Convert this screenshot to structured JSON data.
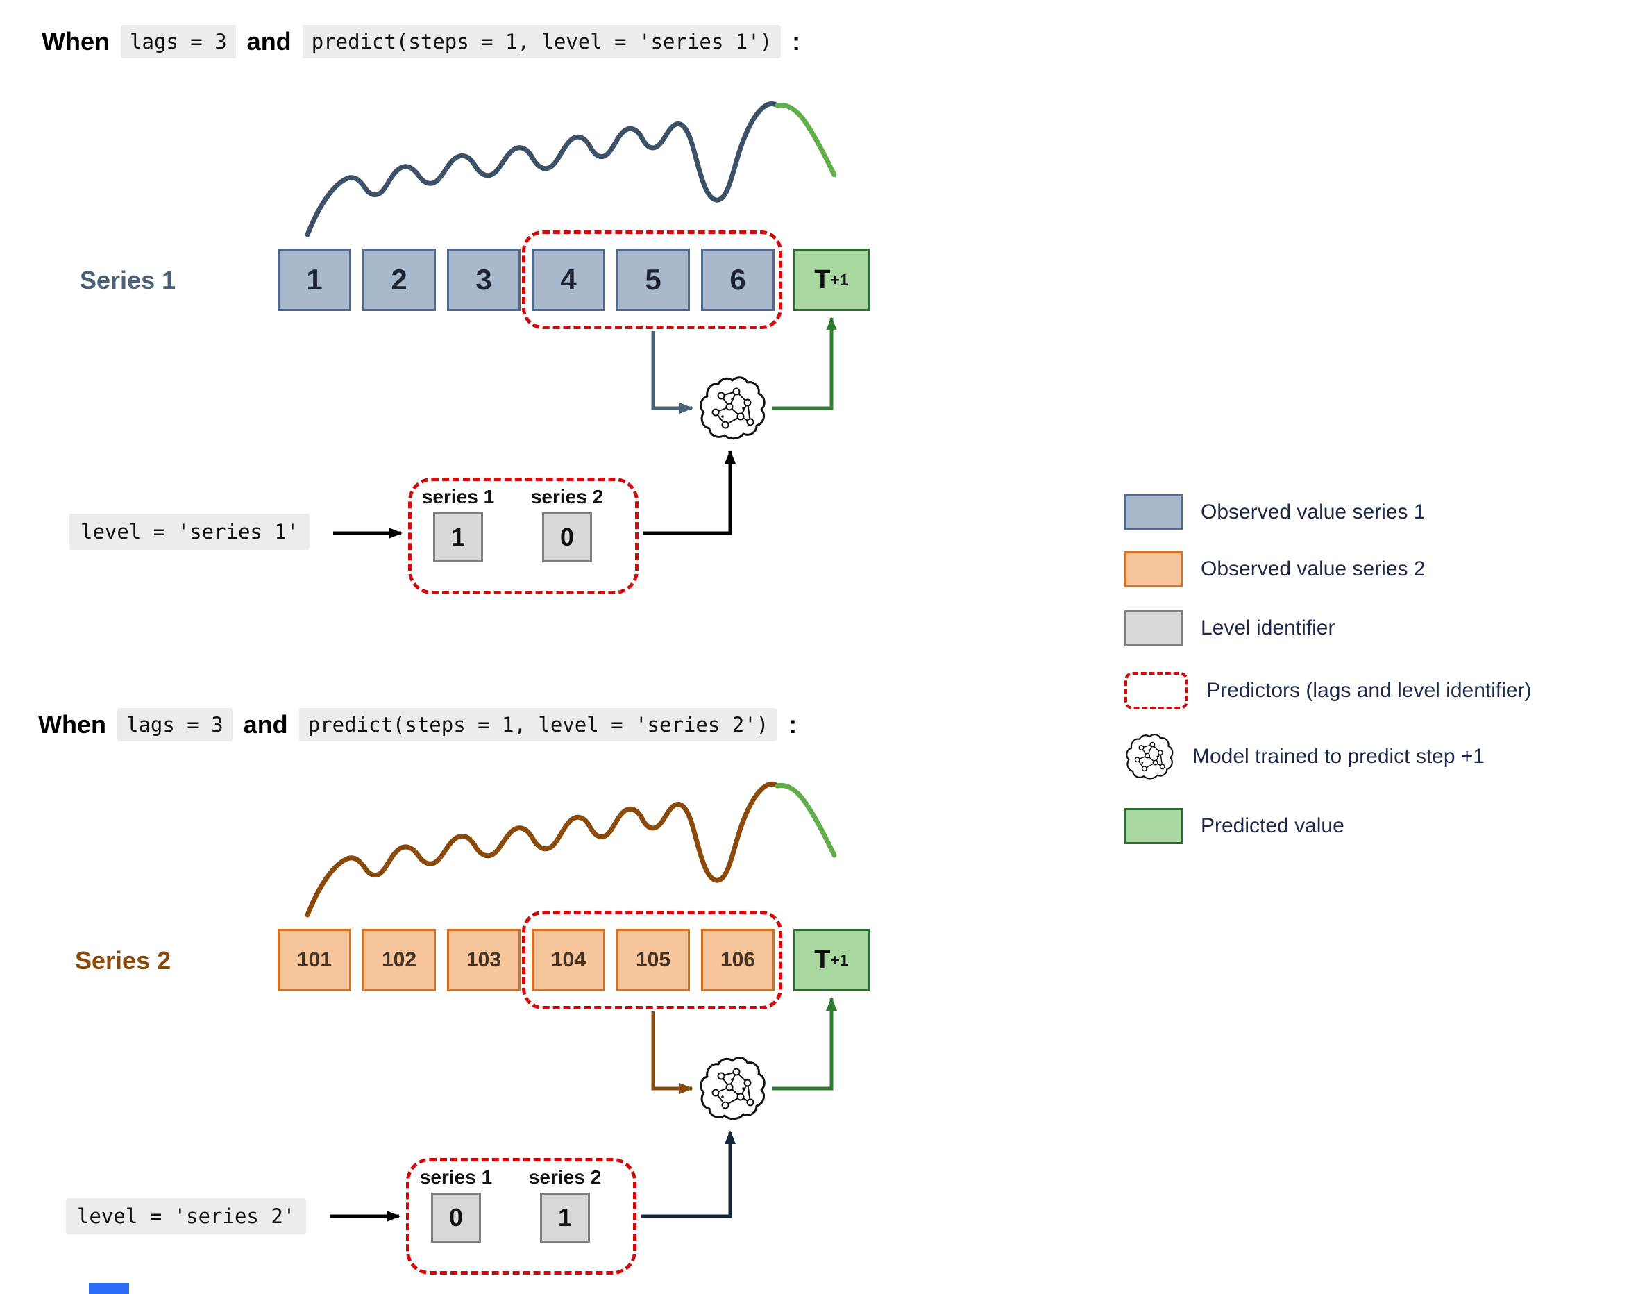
{
  "panel1": {
    "title": {
      "when": "When",
      "lags_code": "lags = 3",
      "and": "and",
      "predict_code": "predict(steps = 1, level = 'series 1')",
      "colon": ":"
    },
    "series_label": "Series 1",
    "lag_values": [
      "1",
      "2",
      "3",
      "4",
      "5",
      "6"
    ],
    "predicted": {
      "base": "T",
      "sub": "+1"
    },
    "level_selector": {
      "code": "level = 'series 1'",
      "columns": [
        "series 1",
        "series 2"
      ],
      "values": [
        "1",
        "0"
      ]
    }
  },
  "panel2": {
    "title": {
      "when": "When",
      "lags_code": "lags = 3",
      "and": "and",
      "predict_code": "predict(steps = 1, level = 'series 2')",
      "colon": ":"
    },
    "series_label": "Series 2",
    "lag_values": [
      "101",
      "102",
      "103",
      "104",
      "105",
      "106"
    ],
    "predicted": {
      "base": "T",
      "sub": "+1"
    },
    "level_selector": {
      "code": "level = 'series 2'",
      "columns": [
        "series 1",
        "series 2"
      ],
      "values": [
        "0",
        "1"
      ]
    }
  },
  "legend": {
    "items": [
      {
        "icon": "series1-swatch",
        "label": "Observed value series 1"
      },
      {
        "icon": "series2-swatch",
        "label": "Observed value series 2"
      },
      {
        "icon": "level-identifier-swatch",
        "label": "Level identifier"
      },
      {
        "icon": "predictors-dashed-swatch",
        "label": "Predictors (lags and level identifier)"
      },
      {
        "icon": "model-brain-icon",
        "label": "Model trained to predict step +1"
      },
      {
        "icon": "predicted-value-swatch",
        "label": "Predicted value"
      }
    ]
  },
  "colors": {
    "series1_fill": "#a9b8cc",
    "series1_border": "#51698c",
    "series1_accent": "#4a6076",
    "series2_fill": "#f7c59b",
    "series2_border": "#d9701e",
    "series2_accent": "#8a4a0b",
    "predicted_fill": "#a9d7a0",
    "predicted_border": "#2e6b30",
    "level_fill": "#d9d9d9",
    "level_border": "#7f7f7f",
    "predictor_dash": "#cf0b0b",
    "green_line": "#63ad4d",
    "green_arrow": "#2e7d32"
  }
}
